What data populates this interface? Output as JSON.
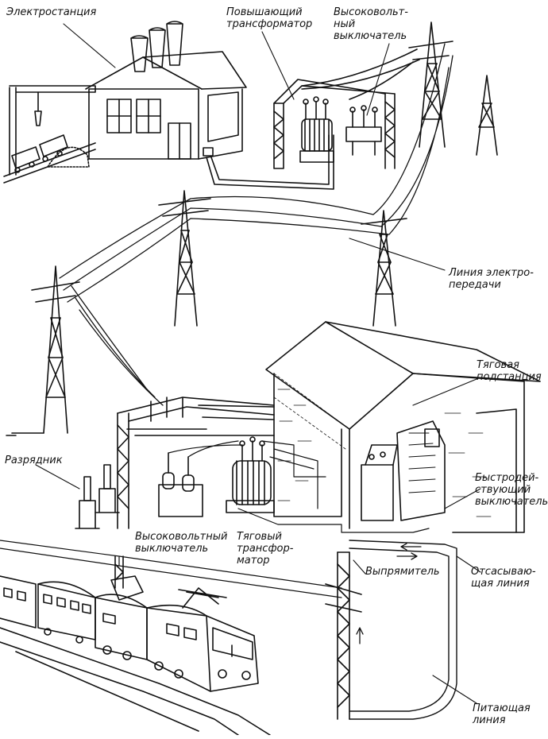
{
  "labels": {
    "power_station": "Электростанция",
    "step_up_transformer": "Повышающий\nтрансформатор",
    "hv_breaker_top": "Высоковольт-\nный\nвыключатель",
    "power_line": "Линия электро-\nпередачи",
    "traction_substation": "Тяговая\nподстанция",
    "arrester": "Разрядник",
    "fast_breaker": "Быстродей-\nствующий\nвыключатель",
    "hv_breaker_bottom": "Высоковольтный\nвыключатель",
    "traction_transformer": "Тяговый\nтрансфор-\nматор",
    "rectifier": "Выпрямитель",
    "suction_line": "Отсасываю-\nщая линия",
    "feeder_line": "Питающая\nлиния"
  }
}
